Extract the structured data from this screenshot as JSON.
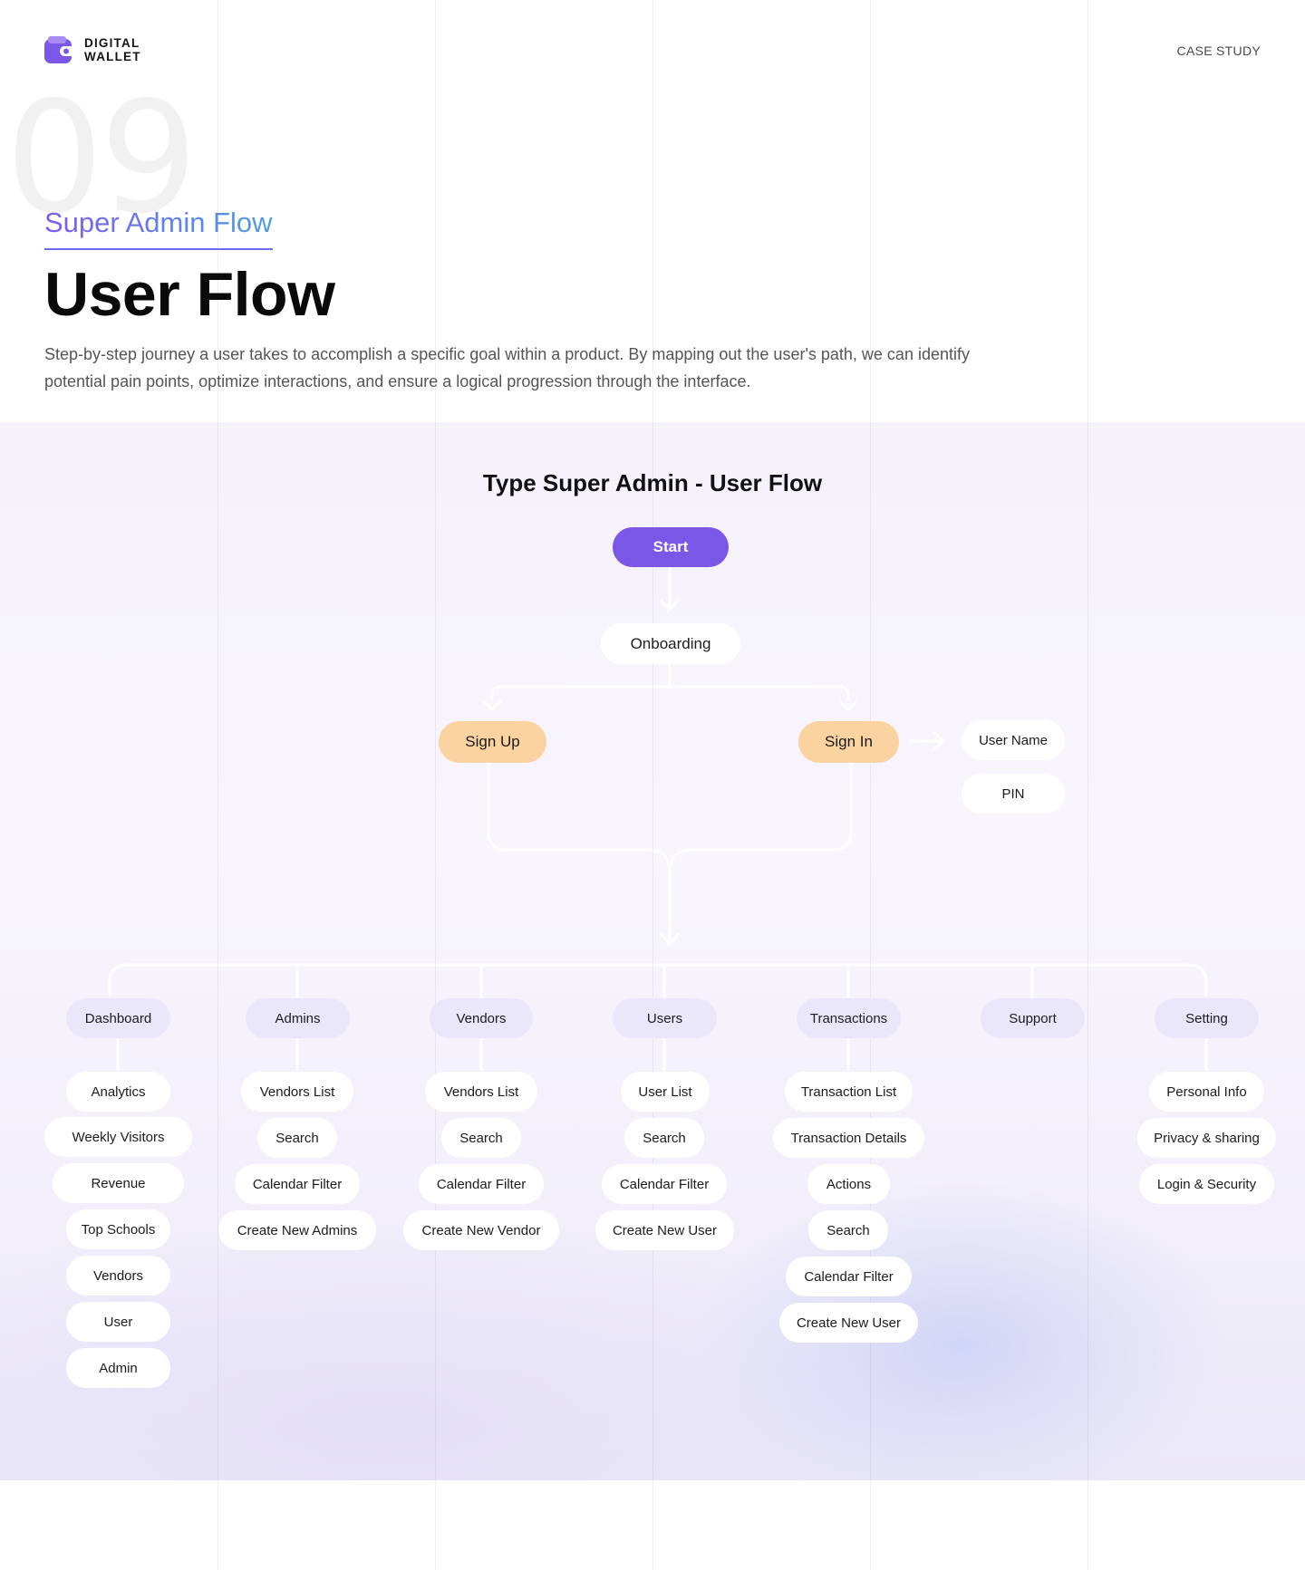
{
  "header": {
    "brand_line1": "DIGITAL",
    "brand_line2": "WALLET",
    "case_study": "CASE STUDY"
  },
  "section_number": "09",
  "hero": {
    "kicker": "Super Admin Flow",
    "title": "User Flow",
    "description": "Step-by-step journey a user takes to accomplish a specific goal within a product. By mapping out the user's path, we can identify potential pain points, optimize interactions, and ensure a logical progression through the interface."
  },
  "flow": {
    "title": "Type Super Admin - User Flow",
    "start": "Start",
    "onboarding": "Onboarding",
    "sign_up": "Sign Up",
    "sign_in": "Sign In",
    "sign_in_fields": [
      "User Name",
      "PIN"
    ],
    "categories": [
      {
        "label": "Dashboard",
        "items": [
          "Analytics",
          "Weekly Visitors",
          "Revenue",
          "Top Schools",
          "Vendors",
          "User",
          "Admin"
        ]
      },
      {
        "label": "Admins",
        "items": [
          "Vendors List",
          "Search",
          "Calendar Filter",
          "Create New Admins"
        ]
      },
      {
        "label": "Vendors",
        "items": [
          "Vendors List",
          "Search",
          "Calendar Filter",
          "Create New Vendor"
        ]
      },
      {
        "label": "Users",
        "items": [
          "User List",
          "Search",
          "Calendar Filter",
          "Create New User"
        ]
      },
      {
        "label": "Transactions",
        "items": [
          "Transaction List",
          "Transaction Details",
          "Actions",
          "Search",
          "Calendar Filter",
          "Create New User"
        ]
      },
      {
        "label": "Support",
        "items": []
      },
      {
        "label": "Setting",
        "items": [
          "Personal Info",
          "Privacy & sharing",
          "Login & Security"
        ]
      }
    ]
  },
  "colors": {
    "accent": "#7a57e6",
    "auth_node": "#fbd3a0",
    "category_node": "#ebe7fb",
    "kicker_gradient_start": "#7b5cf0",
    "kicker_gradient_end": "#4f9de6"
  },
  "icons": {
    "logo": "wallet-icon"
  }
}
